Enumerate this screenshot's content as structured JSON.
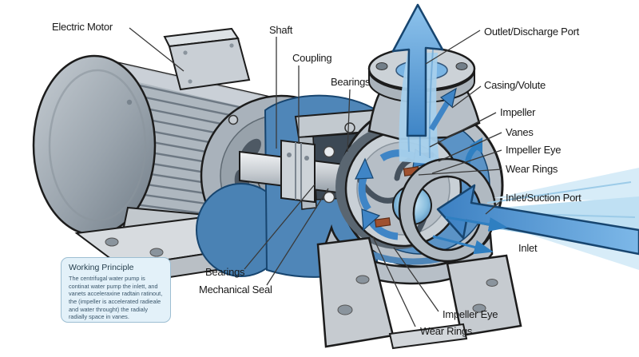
{
  "labels": [
    {
      "id": "electric-motor",
      "text": "Electric Motor"
    },
    {
      "id": "shaft",
      "text": "Shaft"
    },
    {
      "id": "coupling",
      "text": "Coupling"
    },
    {
      "id": "bearings-top",
      "text": "Bearings"
    },
    {
      "id": "outlet-discharge",
      "text": "Outlet/Discharge Port"
    },
    {
      "id": "casing-volute",
      "text": "Casing/Volute"
    },
    {
      "id": "impeller",
      "text": "Impeller"
    },
    {
      "id": "vanes",
      "text": "Vanes"
    },
    {
      "id": "impeller-eye-right",
      "text": "Impeller Eye"
    },
    {
      "id": "wear-rings-right",
      "text": "Wear Rings"
    },
    {
      "id": "inlet-suction-port",
      "text": "Inlet/Suction Port"
    },
    {
      "id": "inlet",
      "text": "Inlet"
    },
    {
      "id": "bearings-bottom",
      "text": "Bearings"
    },
    {
      "id": "mechanical-seal",
      "text": "Mechanical Seal"
    },
    {
      "id": "impeller-eye-bottom",
      "text": "Impeller Eye"
    },
    {
      "id": "wear-rings-bottom",
      "text": "Wear Rings"
    }
  ],
  "info_box": {
    "title": "Working Principle",
    "body": "The centrifugal water pump is continat water pump the inlett, and vanets acceleraxine radtain ratinout, the (impeller is accelerated radieale and water throught) the radialy radially space in vanes."
  },
  "colors": {
    "background": "#ffffff",
    "metal_light": "#d6dbdf",
    "metal_mid": "#b4bdc5",
    "metal_dark": "#7e8a94",
    "outline": "#1c1c1c",
    "housing_blue": "#4f86b8",
    "water_light": "#cfe8f6",
    "arrow_blue": "#3f85c6",
    "arrow_outline": "#17456f",
    "wear_ring_red": "#a0512f",
    "label_text": "#191919",
    "infobox_bg": "#e3f1f9",
    "infobox_border": "#9dbed2"
  }
}
